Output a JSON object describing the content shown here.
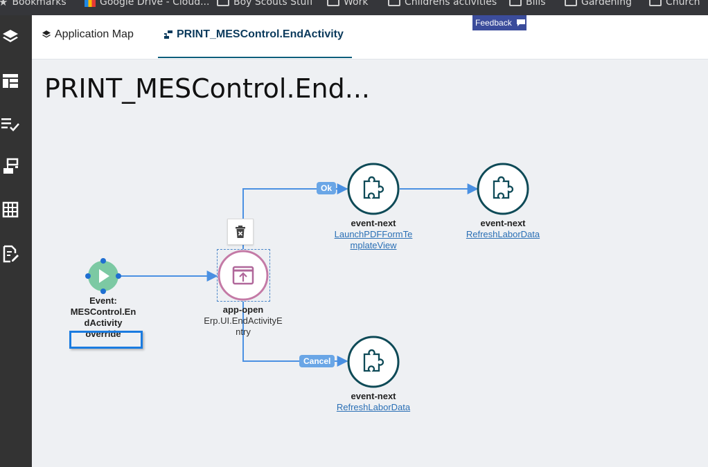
{
  "bookmarks": [
    {
      "icon": "star-icon",
      "label": "Bookmarks"
    },
    {
      "icon": "google-drive-icon",
      "label": "Google Drive - Cloud..."
    },
    {
      "icon": "folder-icon",
      "label": "Boy Scouts Stuff"
    },
    {
      "icon": "folder-icon",
      "label": "Work"
    },
    {
      "icon": "folder-icon",
      "label": "Childrens activities"
    },
    {
      "icon": "folder-icon",
      "label": "Bills"
    },
    {
      "icon": "folder-icon",
      "label": "Gardening"
    },
    {
      "icon": "folder-icon",
      "label": "Church"
    }
  ],
  "feedback": {
    "label": "Feedback"
  },
  "tabs": [
    {
      "label": "Application Map",
      "icon": "layers-icon",
      "active": false
    },
    {
      "label": "PRINT_MESControl.EndActivity",
      "icon": "flow-icon",
      "active": true
    }
  ],
  "page_title": "PRINT_MESControl.End...",
  "edges": {
    "ok_label": "Ok",
    "cancel_label": "Cancel"
  },
  "nodes": {
    "start": {
      "type": "Event:",
      "name_line1": "MESControl.En",
      "name_line2": "dActivity",
      "extra": "override"
    },
    "app_open": {
      "type": "app-open",
      "name_line1": "Erp.UI.EndActivityE",
      "name_line2": "ntry"
    },
    "next1": {
      "type": "event-next",
      "name_line1": "LaunchPDFFormTe",
      "name_line2": "mplateView"
    },
    "next2": {
      "type": "event-next",
      "name_line1": "RefreshLaborData"
    },
    "next3": {
      "type": "event-next",
      "name_line1": "RefreshLaborData"
    }
  },
  "colors": {
    "edge": "#4a90e2",
    "event_node": "#7cc9a3",
    "app_node": "#c47aa6",
    "next_node": "#0e4a57",
    "sidebar": "#333333"
  }
}
